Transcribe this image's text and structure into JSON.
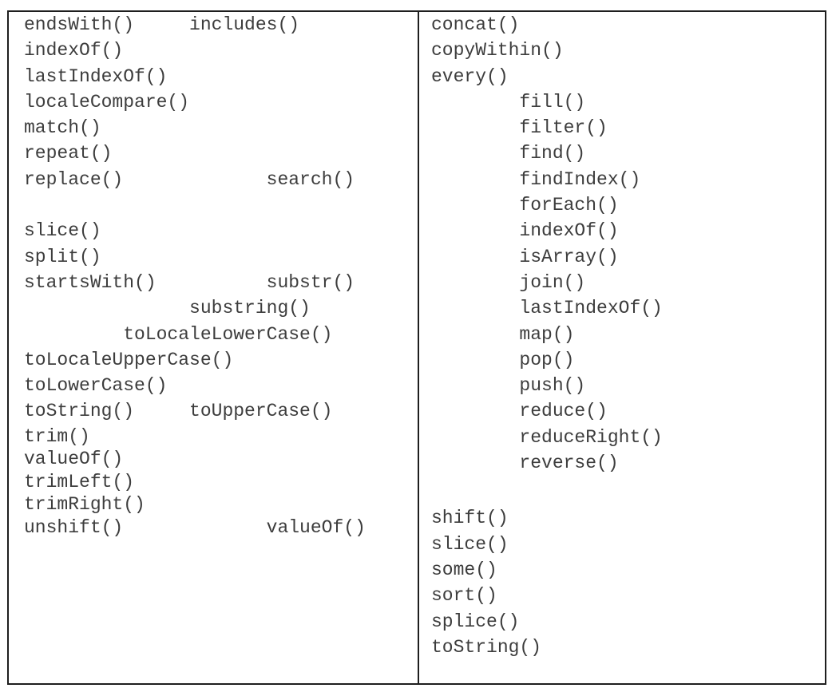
{
  "figure": {
    "description_colors": {
      "text": "#3d3d3d",
      "border": "#1e1e1e",
      "background": "#ffffff"
    },
    "string_methods_column": {
      "lines_top": [
        "endsWith()     includes()",
        "indexOf()",
        "lastIndexOf()",
        "localeCompare()",
        "match()",
        "repeat()",
        "replace()             search()",
        "",
        "slice()",
        "split()",
        "startsWith()          substr()",
        "               substring()",
        "         toLocaleLowerCase()",
        "toLocaleUpperCase()",
        "toLowerCase()",
        "toString()     toUpperCase()",
        ""
      ],
      "lines_bottom": [
        "trim()",
        "valueOf()",
        "trimLeft()",
        "trimRight()",
        "unshift()             valueOf()"
      ]
    },
    "array_methods_column": {
      "lines_top": [
        "concat()",
        "copyWithin()",
        "every()",
        "        fill()",
        "        filter()",
        "        find()",
        "        findIndex()",
        "        forEach()",
        "        indexOf()",
        "        isArray()",
        "        join()",
        "        lastIndexOf()",
        "        map()",
        "        pop()",
        "        push()",
        "        reduce()",
        "        reduceRight()",
        "        reverse()"
      ],
      "lines_bottom": [
        "shift()",
        "slice()",
        "some()",
        "sort()",
        "splice()",
        "toString()"
      ]
    }
  }
}
